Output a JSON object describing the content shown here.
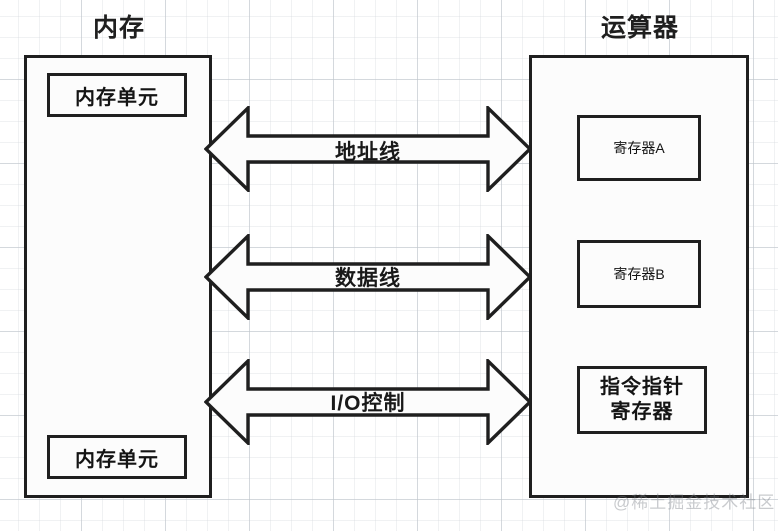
{
  "diagram": {
    "titles": {
      "memory": "内存",
      "cpu": "运算器"
    },
    "memory": {
      "units": [
        {
          "label": "内存单元"
        },
        {
          "label": "内存单元"
        }
      ]
    },
    "cpu": {
      "registers": [
        {
          "label": "寄存器A"
        },
        {
          "label": "寄存器B"
        },
        {
          "label_line1": "指令指针",
          "label_line2": "寄存器"
        }
      ]
    },
    "buses": [
      {
        "label": "地址线",
        "direction": "bidirectional"
      },
      {
        "label": "数据线",
        "direction": "bidirectional"
      },
      {
        "label": "I/O控制",
        "direction": "bidirectional"
      }
    ],
    "watermark": "@稀土掘金技术社区",
    "colors": {
      "stroke": "#1f1f1f",
      "fill": "#fcfcfc",
      "background": "#ffffff",
      "grid_minor": "#cdd2d8",
      "grid_major": "#bec4ca",
      "watermark": "#787d84"
    }
  }
}
